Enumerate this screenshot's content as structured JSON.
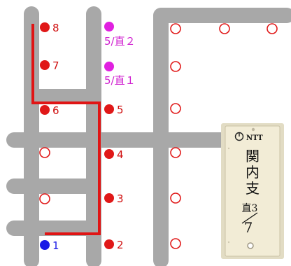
{
  "colors": {
    "road": "#a8a8a8",
    "route": "#e01414",
    "pole_filled": "#e01818",
    "pole_open": "#e01818",
    "pole_current": "#1a1ae6",
    "pole_branch": "#e020e0",
    "label_red": "#d01010",
    "label_blue": "#1a1ae6",
    "label_magenta": "#d020d0",
    "plate_bg": "#f2ecd6",
    "plate_frame": "#e2dcc4",
    "plate_text": "#111111"
  },
  "poles": {
    "p1": {
      "label": "1",
      "style": "current"
    },
    "p2": {
      "label": "2",
      "style": "filled"
    },
    "p3": {
      "label": "3",
      "style": "filled"
    },
    "p4": {
      "label": "4",
      "style": "filled"
    },
    "p5": {
      "label": "5",
      "style": "filled"
    },
    "p6": {
      "label": "6",
      "style": "filled"
    },
    "p7": {
      "label": "7",
      "style": "filled"
    },
    "p8": {
      "label": "8",
      "style": "filled"
    },
    "b1": {
      "label": "5/直１",
      "style": "branch"
    },
    "b2": {
      "label": "5/直２",
      "style": "branch"
    }
  },
  "plate": {
    "company": "NTT",
    "name_chars": [
      "関",
      "内",
      "支"
    ],
    "line_label": "直3",
    "number": "7"
  }
}
